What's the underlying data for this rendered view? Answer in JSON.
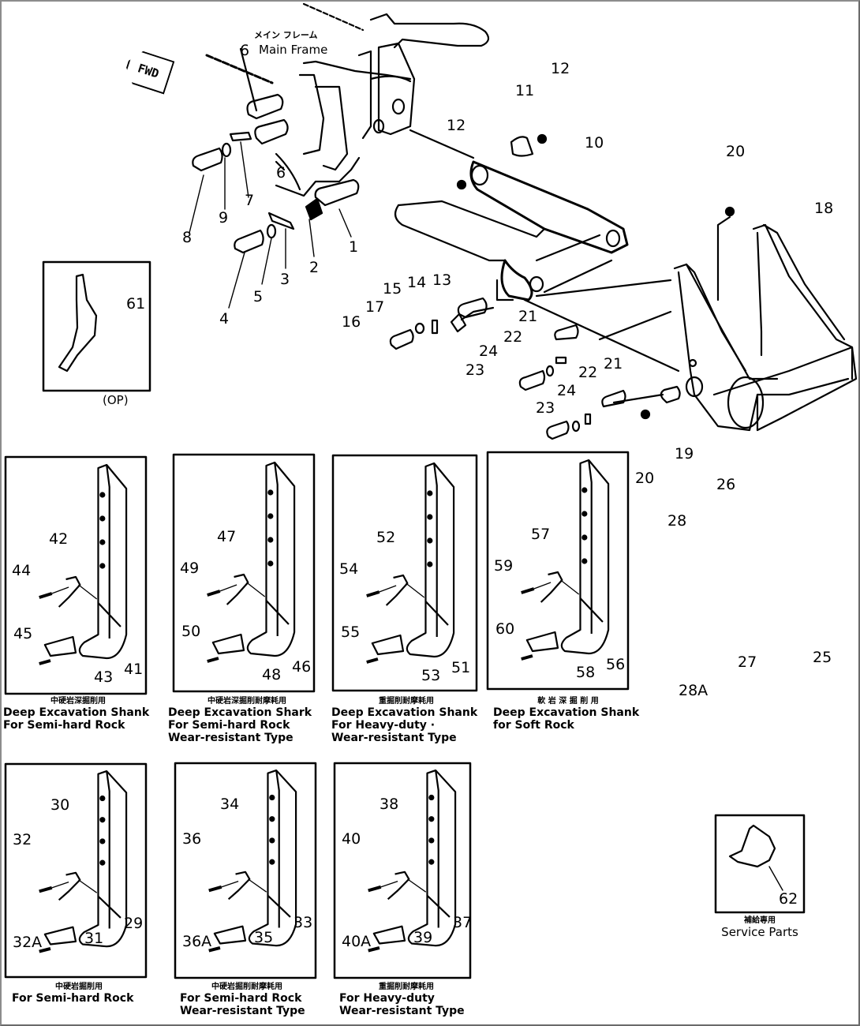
{
  "diagram": {
    "title_jp": "メイン フレーム",
    "title_en": "Main Frame",
    "fwd_marker": "FWD",
    "op_label": "(OP)",
    "main_labels": [
      {
        "id": "1",
        "text": "1"
      },
      {
        "id": "2",
        "text": "2"
      },
      {
        "id": "3",
        "text": "3"
      },
      {
        "id": "4",
        "text": "4"
      },
      {
        "id": "5",
        "text": "5"
      },
      {
        "id": "6a",
        "text": "6"
      },
      {
        "id": "6b",
        "text": "6"
      },
      {
        "id": "7",
        "text": "7"
      },
      {
        "id": "8",
        "text": "8"
      },
      {
        "id": "9",
        "text": "9"
      },
      {
        "id": "10",
        "text": "10"
      },
      {
        "id": "11",
        "text": "11"
      },
      {
        "id": "12a",
        "text": "12"
      },
      {
        "id": "12b",
        "text": "12"
      },
      {
        "id": "13",
        "text": "13"
      },
      {
        "id": "14",
        "text": "14"
      },
      {
        "id": "15",
        "text": "15"
      },
      {
        "id": "16",
        "text": "16"
      },
      {
        "id": "17",
        "text": "17"
      },
      {
        "id": "18",
        "text": "18"
      },
      {
        "id": "19",
        "text": "19"
      },
      {
        "id": "20a",
        "text": "20"
      },
      {
        "id": "20b",
        "text": "20"
      },
      {
        "id": "21a",
        "text": "21"
      },
      {
        "id": "21b",
        "text": "21"
      },
      {
        "id": "22a",
        "text": "22"
      },
      {
        "id": "22b",
        "text": "22"
      },
      {
        "id": "23a",
        "text": "23"
      },
      {
        "id": "23b",
        "text": "23"
      },
      {
        "id": "24a",
        "text": "24"
      },
      {
        "id": "24b",
        "text": "24"
      },
      {
        "id": "25",
        "text": "25"
      },
      {
        "id": "26",
        "text": "26"
      },
      {
        "id": "27",
        "text": "27"
      },
      {
        "id": "28",
        "text": "28"
      },
      {
        "id": "28A",
        "text": "28A"
      },
      {
        "id": "61",
        "text": "61"
      }
    ],
    "shank_panels_row1": [
      {
        "labels": [
          "42",
          "44",
          "45",
          "43",
          "41"
        ],
        "caption_jp": "中硬岩深掘削用",
        "caption_en": [
          "Deep Excavation Shank",
          "For Semi-hard Rock"
        ]
      },
      {
        "labels": [
          "47",
          "49",
          "50",
          "48",
          "46"
        ],
        "caption_jp": "中硬岩深掘削耐摩耗用",
        "caption_en": [
          "Deep Excavation Shark",
          "For Semi-hard Rock",
          "Wear-resistant Type"
        ]
      },
      {
        "labels": [
          "52",
          "54",
          "55",
          "53",
          "51"
        ],
        "caption_jp": "重掘削耐摩耗用",
        "caption_en": [
          "Deep Excavation Shank",
          "For Heavy-duty ·",
          "Wear-resistant Type"
        ]
      },
      {
        "labels": [
          "57",
          "59",
          "60",
          "58",
          "56"
        ],
        "caption_jp": "軟 岩 深 掘 削 用",
        "caption_en": [
          "Deep Excavation Shank",
          "for Soft Rock"
        ]
      }
    ],
    "shank_panels_row2": [
      {
        "labels": [
          "30",
          "32",
          "32A",
          "31",
          "29"
        ],
        "caption_jp": "中硬岩掘削用",
        "caption_en": [
          "For Semi-hard Rock"
        ]
      },
      {
        "labels": [
          "34",
          "36",
          "36A",
          "35",
          "33"
        ],
        "caption_jp": "中硬岩掘削耐摩耗用",
        "caption_en": [
          "For Semi-hard Rock",
          "Wear-resistant Type"
        ]
      },
      {
        "labels": [
          "38",
          "40",
          "40A",
          "39",
          "37"
        ],
        "caption_jp": "重掘削耐摩耗用",
        "caption_en": [
          "For Heavy-duty",
          "Wear-resistant Type"
        ]
      }
    ],
    "service_parts": {
      "label": "62",
      "caption_jp": "補給専用",
      "caption_en": "Service Parts"
    }
  }
}
